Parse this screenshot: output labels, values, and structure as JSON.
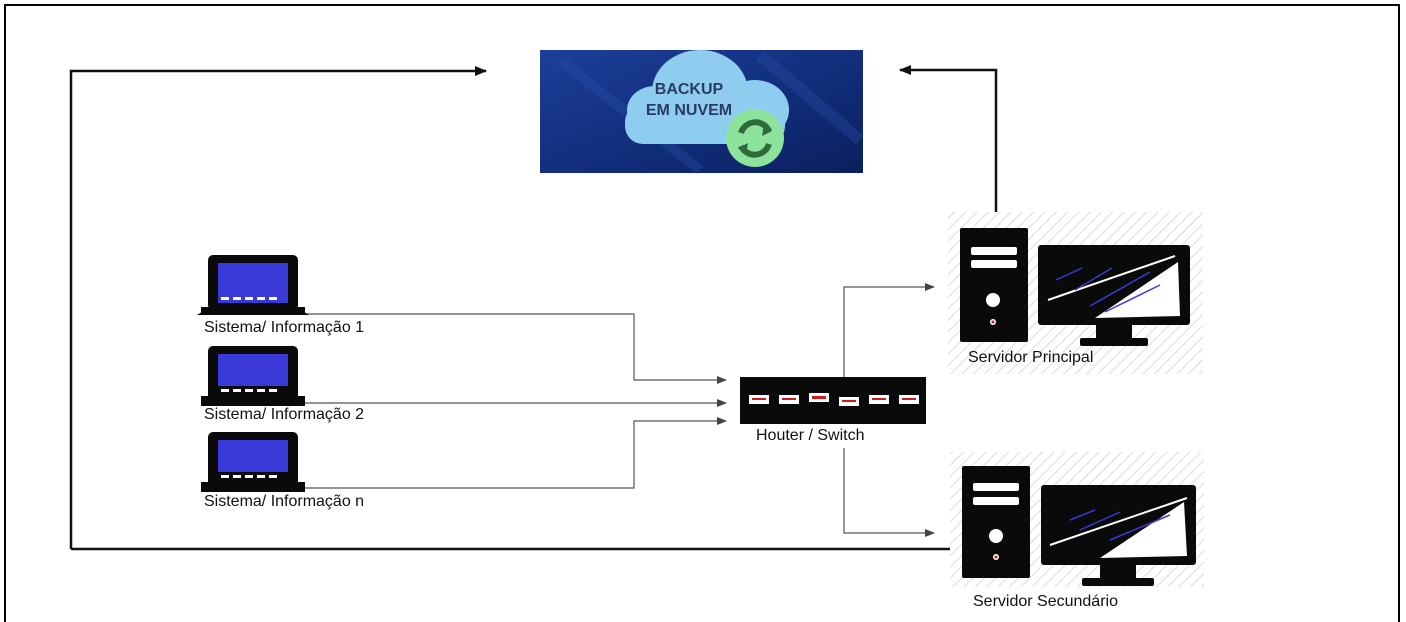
{
  "cloud": {
    "line1": "BACKUP",
    "line2": "EM NUVEM"
  },
  "clients": [
    {
      "label": "Sistema/ Informação 1"
    },
    {
      "label": "Sistema/ Informação 2"
    },
    {
      "label": "Sistema/ Informação n"
    }
  ],
  "switch": {
    "label": "Houter / Switch"
  },
  "servers": {
    "primary": {
      "label": "Servidor Principal"
    },
    "secondary": {
      "label": "Servidor Secundário"
    }
  },
  "colors": {
    "cloud_bg": "#14307a",
    "cloud": "#7fc6ee",
    "sync_badge": "#8ee39c",
    "screen_blue": "#3a3ad8",
    "port_red": "#d11a1a"
  }
}
